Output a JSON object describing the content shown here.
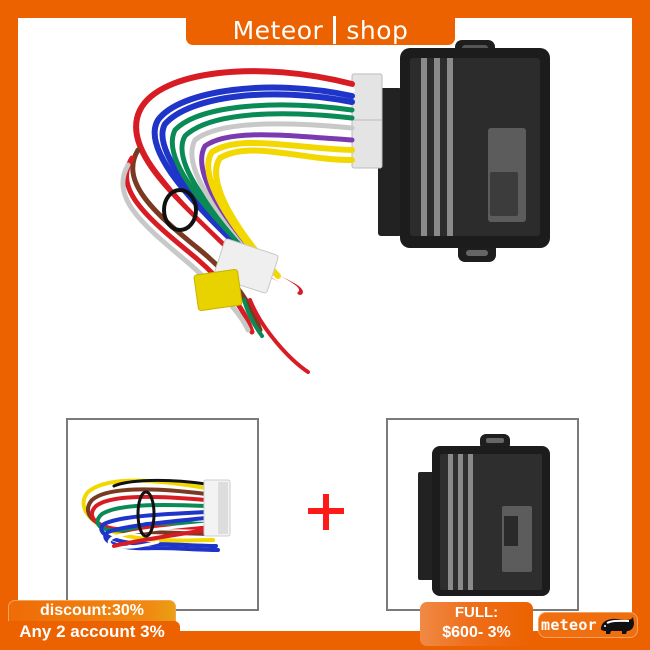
{
  "header": {
    "brand": "Meteor",
    "separator": "|",
    "suffix": "shop"
  },
  "main_image": {
    "alt": "Wiring harness connected to black control module",
    "wire_colors": [
      "#d81c24",
      "#ffffff",
      "#1f34c8",
      "#0a8a55",
      "#f2d800",
      "#7a3bb0",
      "#7a3a22",
      "#c8c8c8",
      "#111111"
    ],
    "module_color": "#1e1e1e",
    "fuse_color": "#e8d300"
  },
  "parts": {
    "left": {
      "label": "wiring-harness"
    },
    "operator": "+",
    "right": {
      "label": "control-module"
    }
  },
  "badges": {
    "discount_line1": "discount:30%",
    "discount_line2": "Any 2 account 3%",
    "full_line1": "FULL:",
    "full_line2": "$600- 3%",
    "brand_tag": "meteor"
  },
  "colors": {
    "brand_orange": "#ec6200",
    "frame_gray": "#7a7a7a",
    "plus_red": "#ff1a1a"
  }
}
